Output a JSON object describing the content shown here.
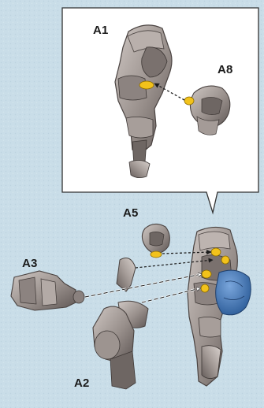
{
  "instruction_page": {
    "inset_labels": {
      "torso": "A1",
      "head": "A8"
    },
    "main_labels": {
      "head": "A5",
      "arm": "A3",
      "legs": "A2"
    },
    "colors": {
      "background": "#c9dde8",
      "armor": "#9a918d",
      "armor_dark": "#5e5654",
      "peg": "#f2c21b",
      "blue_part": "#3f73b6",
      "inset_bg": "#ffffff",
      "ink": "#1b1b1b"
    },
    "icons": [
      "dashed-arrow-icon"
    ]
  }
}
